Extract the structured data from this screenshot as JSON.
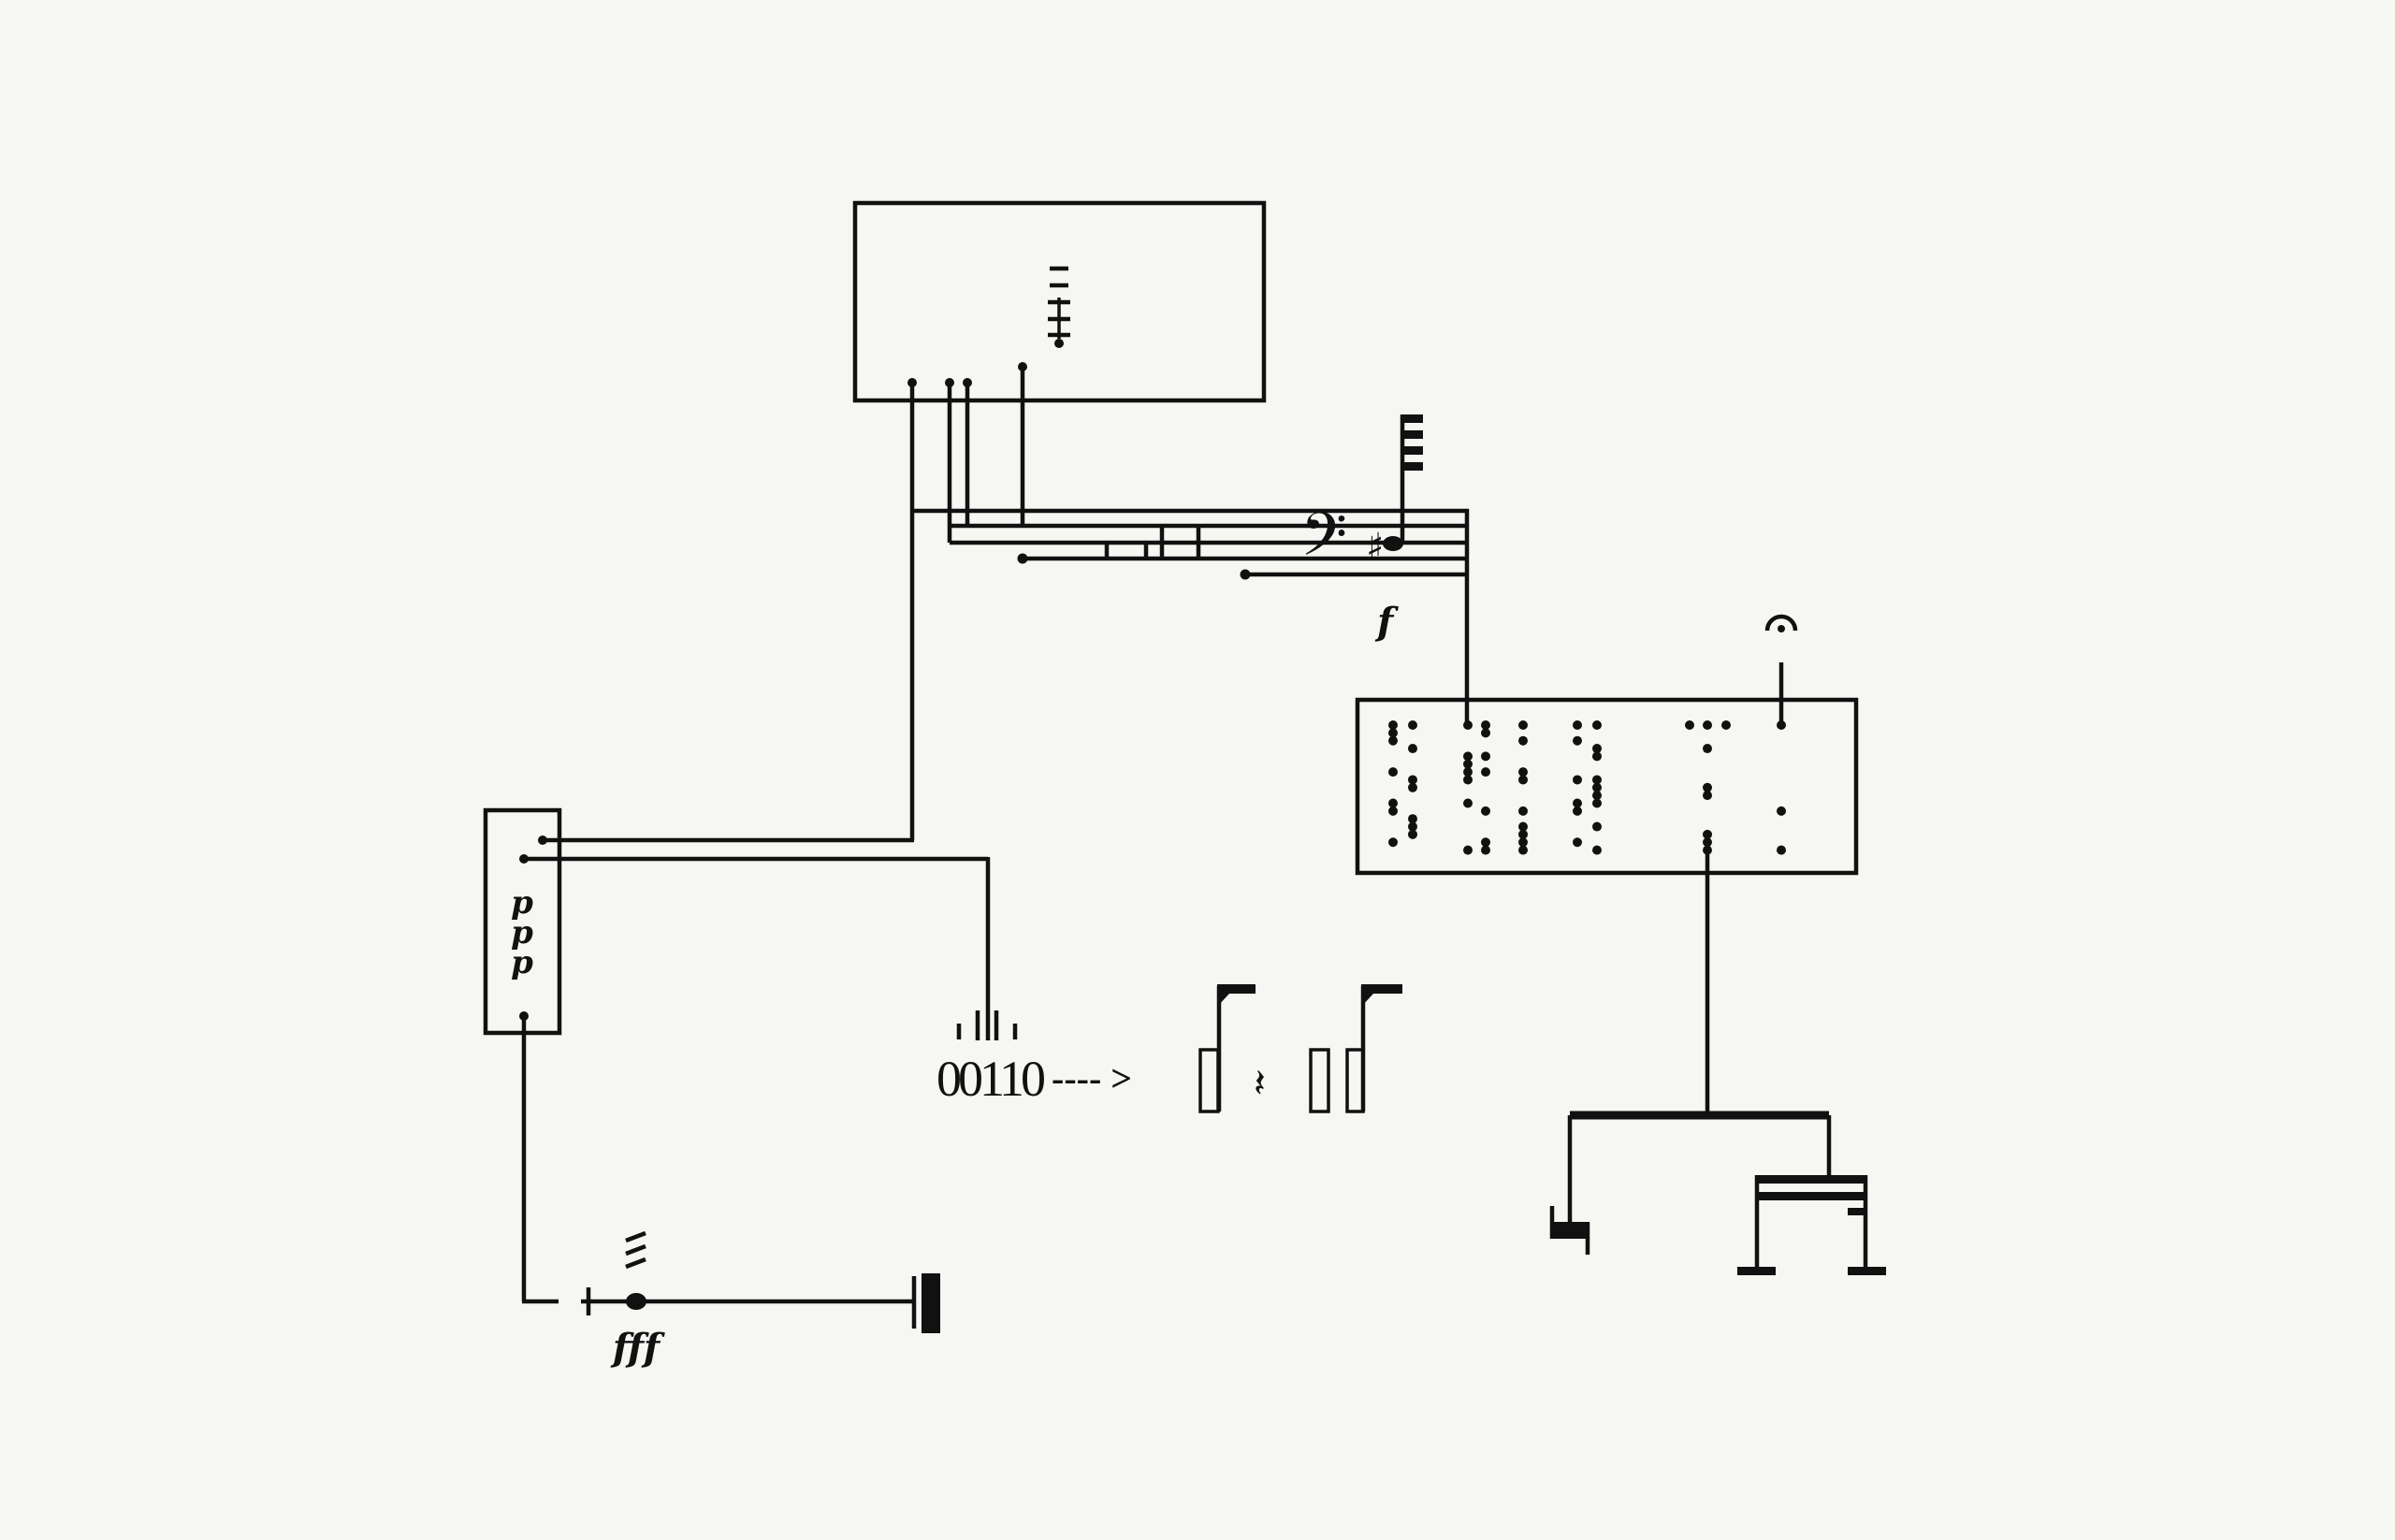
{
  "score": {
    "dynamics": {
      "ppp_letters": [
        "p",
        "p",
        "p"
      ],
      "fff": "fff",
      "f": "f"
    },
    "binary_code": "00110",
    "arrow": "---- >",
    "symbols": {
      "clef": "bass-clef",
      "accidental": "sharp",
      "fermata": "fermata",
      "rest": "quarter-rest"
    },
    "ink_color": "#111111",
    "paper_color": "#f6f6f3"
  }
}
